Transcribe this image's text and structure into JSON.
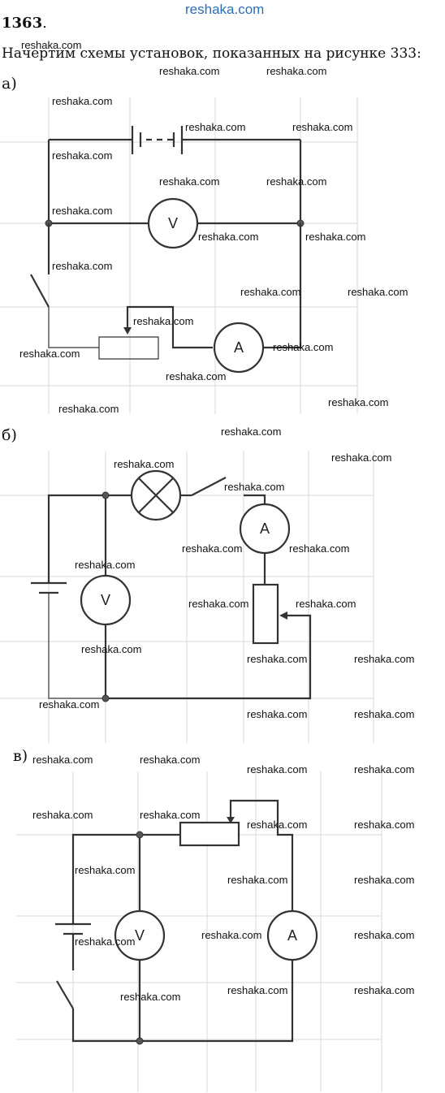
{
  "header": {
    "site": "reshaka.com"
  },
  "task": {
    "number": "1363",
    "punct": ".",
    "intro": "Начертим схемы установок, показанных на рисунке 333:"
  },
  "labels": {
    "a": "а)",
    "b": "б)",
    "c": "в)"
  },
  "meters": {
    "voltmeter": "V",
    "ammeter": "A"
  },
  "watermark": "reshaka.com"
}
